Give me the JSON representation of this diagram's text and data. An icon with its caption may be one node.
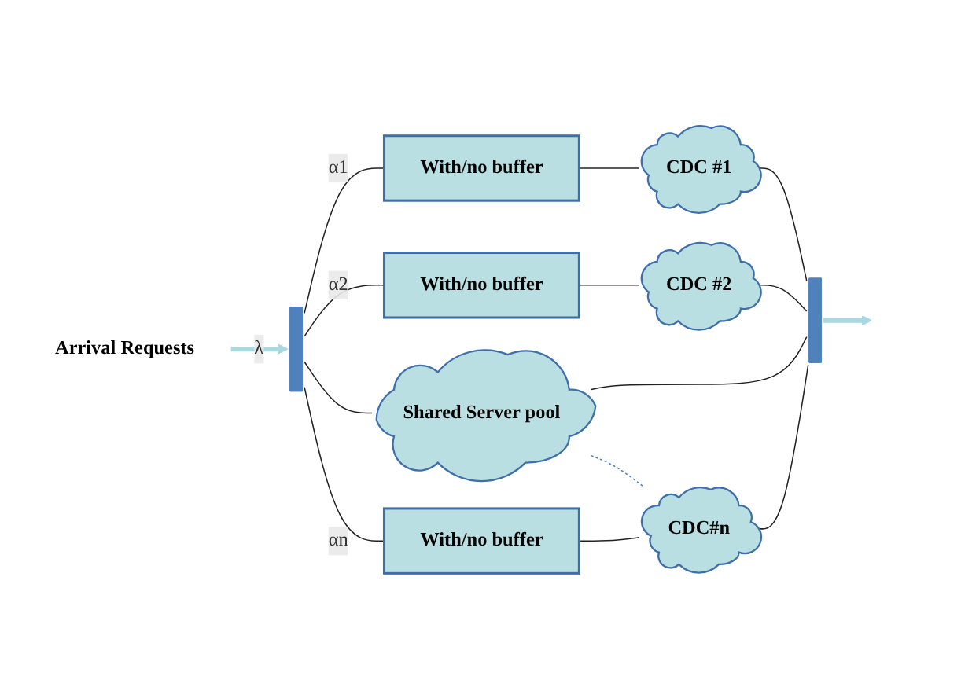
{
  "diagram": {
    "nodes": [
      {
        "text": [
          "Arrival Requests"
        ]
      },
      {
        "text": [],
        "shape": "bar"
      },
      {
        "text": [
          "With/no buffer"
        ]
      },
      {
        "text": [
          "CDC #1"
        ]
      },
      {
        "text": [
          "With/no buffer"
        ]
      },
      {
        "text": [
          "CDC #2"
        ]
      },
      {
        "text": [
          "Shared Server pool"
        ]
      },
      {
        "text": [
          "With/no buffer"
        ]
      },
      {
        "text": [
          "CDC#n"
        ]
      },
      {
        "text": [],
        "shape": "bar"
      }
    ],
    "edges": [
      {
        "from": 0,
        "to": 1,
        "arrow": "to",
        "label": "λ",
        "style": "thick",
        "color": "#a9d8e0"
      },
      {
        "from": 1,
        "to": 2,
        "arrow": "none",
        "label": "α1"
      },
      {
        "from": 2,
        "to": 3,
        "arrow": "none"
      },
      {
        "from": 3,
        "to": 9,
        "arrow": "none"
      },
      {
        "from": 1,
        "to": 4,
        "arrow": "none",
        "label": "α2"
      },
      {
        "from": 4,
        "to": 5,
        "arrow": "none"
      },
      {
        "from": 5,
        "to": 9,
        "arrow": "none"
      },
      {
        "from": 1,
        "to": 6,
        "arrow": "none"
      },
      {
        "from": 6,
        "to": 9,
        "arrow": "none"
      },
      {
        "from": 6,
        "to": 8,
        "arrow": "none",
        "style": "dashed",
        "color": "#4f81bd"
      },
      {
        "from": 1,
        "to": 7,
        "arrow": "none",
        "label": "αn"
      },
      {
        "from": 7,
        "to": 8,
        "arrow": "none"
      },
      {
        "from": 8,
        "to": 9,
        "arrow": "none"
      },
      {
        "from": 9,
        "to": null,
        "arrow": "to",
        "style": "thick",
        "color": "#a9d8e0"
      }
    ]
  }
}
